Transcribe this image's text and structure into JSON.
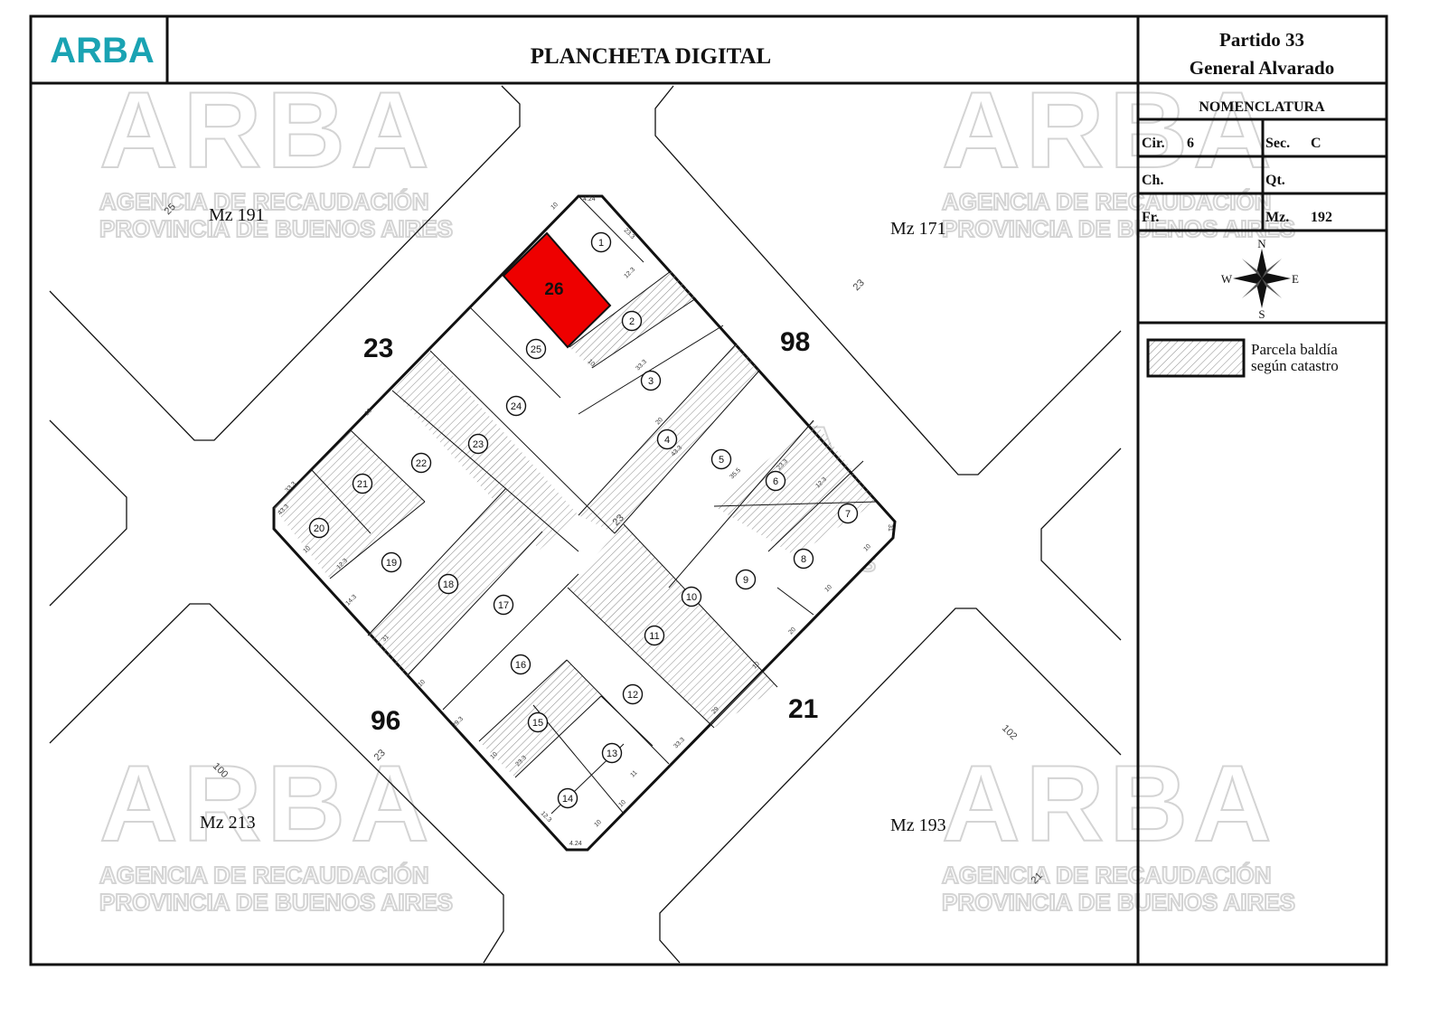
{
  "header": {
    "logo": "ARBA",
    "title": "PLANCHETA DIGITAL",
    "partido_line1": "Partido 33",
    "partido_line2": "General Alvarado"
  },
  "nomenclatura": {
    "heading": "NOMENCLATURA",
    "cir_label": "Cir.",
    "cir_value": "6",
    "sec_label": "Sec.",
    "sec_value": "C",
    "ch_label": "Ch.",
    "ch_value": "",
    "qt_label": "Qt.",
    "qt_value": "",
    "fr_label": "Fr.",
    "fr_value": "",
    "mz_label": "Mz.",
    "mz_value": "192"
  },
  "compass": {
    "n": "N",
    "s": "S",
    "e": "E",
    "w": "W"
  },
  "legend": {
    "line1": "Parcela baldía",
    "line2": "según catastro"
  },
  "watermark": {
    "big": "ARBA",
    "line1": "AGENCIA DE RECAUDACIÓN",
    "line2": "PROVINCIA DE BUENOS AIRES"
  },
  "map": {
    "streets": [
      "23",
      "98",
      "96",
      "21"
    ],
    "blocks": [
      "Mz 191",
      "Mz 171",
      "Mz 213",
      "Mz 193"
    ],
    "highlight_parcel": "26",
    "parcels": [
      "1",
      "2",
      "3",
      "4",
      "5",
      "6",
      "7",
      "8",
      "9",
      "10",
      "11",
      "12",
      "13",
      "14",
      "15",
      "16",
      "17",
      "18",
      "19",
      "20",
      "21",
      "22",
      "23",
      "24",
      "25"
    ],
    "street_widths": [
      "25",
      "23",
      "23",
      "100",
      "102",
      "21",
      "23"
    ],
    "dims": [
      "10",
      "4.24",
      "23.3",
      "12.3",
      "10",
      "33.3",
      "20",
      "43.3",
      "35.5",
      "23.3",
      "12.3",
      "10",
      "31",
      "10",
      "20",
      "10",
      "29",
      "33.3",
      "11",
      "10",
      "10",
      "4.24",
      "12.3",
      "23.3",
      "10",
      "29.3",
      "10",
      "31",
      "14.3",
      "12.3",
      "10",
      "43.3",
      "33.3",
      "10"
    ]
  },
  "colors": {
    "logo": "#1aa3b3",
    "highlight": "#ee0000",
    "ink": "#111111"
  }
}
